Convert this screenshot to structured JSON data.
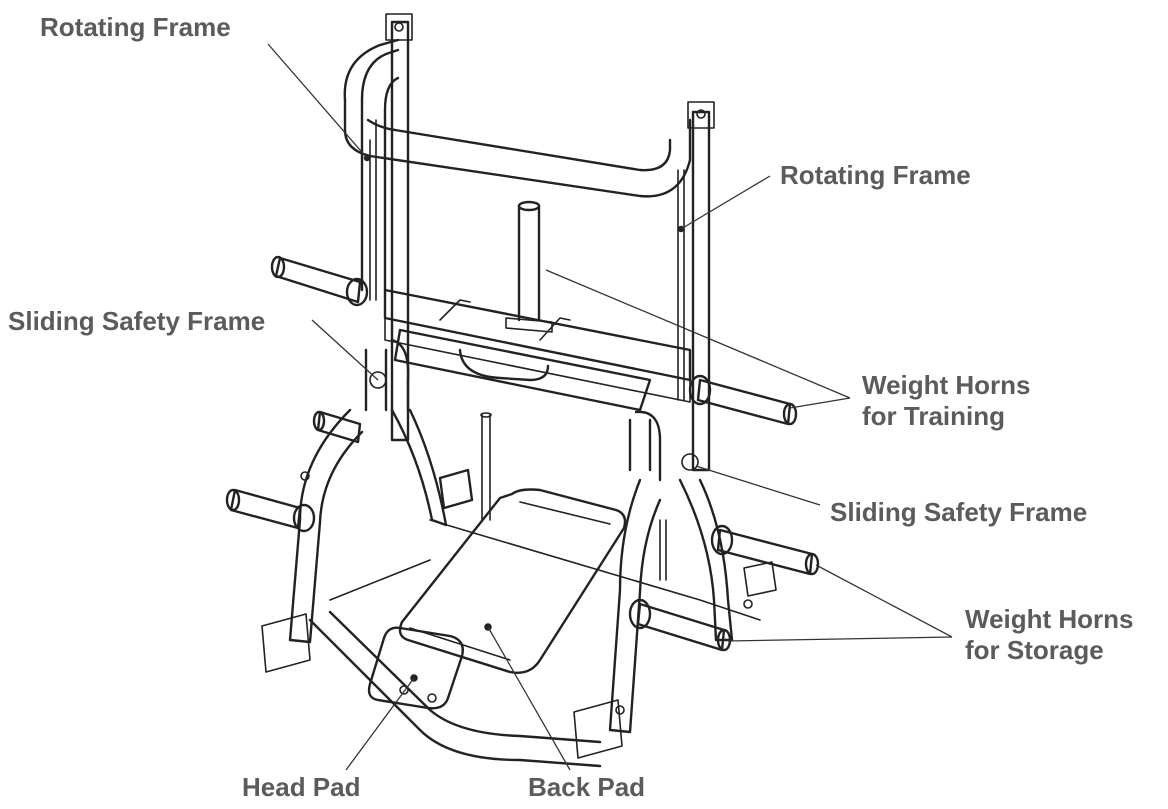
{
  "colors": {
    "label_text": "#5b5b5b",
    "line_art": "#222222",
    "leader_line": "#333333",
    "background": "#ffffff"
  },
  "labels": {
    "rotating_frame_top": "Rotating Frame",
    "rotating_frame_right": "Rotating Frame",
    "sliding_safety_frame_left": "Sliding Safety Frame",
    "weight_horns_training": [
      "Weight Horns",
      "for Training"
    ],
    "sliding_safety_frame_right": "Sliding Safety Frame",
    "weight_horns_storage": [
      "Weight Horns",
      "for Storage"
    ],
    "head_pad": "Head Pad",
    "back_pad": "Back Pad"
  }
}
